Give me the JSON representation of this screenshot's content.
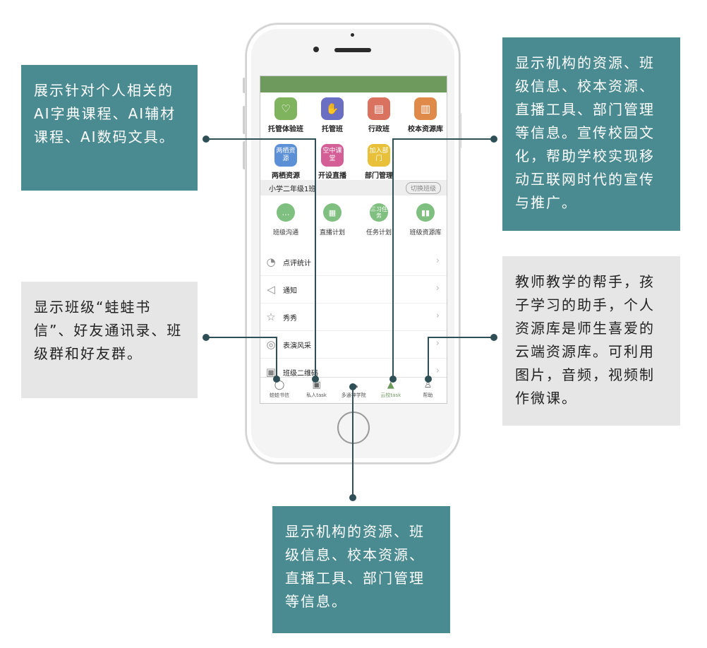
{
  "callouts": {
    "top_left": "展示针对个人相关的AI字典课程、AI辅材课程、AI数码文具。",
    "top_right": "显示机构的资源、班级信息、校本资源、直播工具、部门管理等信息。宣传校园文化，帮助学校实现移动互联网时代的宣传与推广。",
    "mid_left": "显示班级“蛙蛙书信”、好友通讯录、班级群和好友群。",
    "mid_right": "教师教学的帮手，孩子学习的助手，个人资源库是师生喜爱的云端资源库。可利用图片，音频，视频制作微课。",
    "bottom": "显示机构的资源、班级信息、校本资源、直播工具、部门管理等信息。"
  },
  "screen": {
    "top_tiles": [
      {
        "label": "托管体验班",
        "icon": "heart-icon",
        "glyph": "♡",
        "color": "#7fb35e"
      },
      {
        "label": "托管班",
        "icon": "hand-icon",
        "glyph": "✋",
        "color": "#6a6fc4"
      },
      {
        "label": "行政班",
        "icon": "document-icon",
        "glyph": "▤",
        "color": "#d9725f"
      },
      {
        "label": "校本资源库",
        "icon": "book-icon",
        "glyph": "▥",
        "color": "#e08a4a"
      }
    ],
    "second_tiles": [
      {
        "label": "两栖资源",
        "icon_text": "两栖资源",
        "color": "#5b8fd6"
      },
      {
        "label": "开设直播",
        "icon_text": "空中课堂",
        "color": "#d45e96"
      },
      {
        "label": "部门管理",
        "icon_text": "加入部门",
        "color": "#e8c03a"
      }
    ],
    "class_bar": {
      "name": "小学二年级1班",
      "switch_label": "切换班级"
    },
    "class_tiles": [
      {
        "label": "班级沟通",
        "icon": "chat-icon",
        "glyph": "…"
      },
      {
        "label": "直播计划",
        "icon": "chart-icon",
        "glyph": "▦"
      },
      {
        "label": "任务计划",
        "icon_text": "三习任务"
      },
      {
        "label": "班级资源库",
        "icon": "book-icon",
        "glyph": "▮▮"
      }
    ],
    "list_rows": [
      {
        "label": "点评统计",
        "icon": "pie-chart-icon",
        "glyph": "◔"
      },
      {
        "label": "通知",
        "icon": "speaker-icon",
        "glyph": "◁"
      },
      {
        "label": "秀秀",
        "icon": "star-icon",
        "glyph": "☆"
      },
      {
        "label": "表演风采",
        "icon": "mask-icon",
        "glyph": "◎"
      },
      {
        "label": "班级二维码",
        "icon": "qr-icon",
        "glyph": "▣"
      }
    ],
    "tabs": [
      {
        "label": "蛙蛙书信",
        "icon": "chat-bubble-icon",
        "glyph": "◯"
      },
      {
        "label": "私人task",
        "icon": "contact-card-icon",
        "glyph": "▣"
      },
      {
        "label": "多通神学院",
        "icon": "cloud-icon",
        "glyph": "☁"
      },
      {
        "label": "云校task",
        "icon": "school-icon",
        "glyph": "▲",
        "active": true
      },
      {
        "label": "帮助",
        "icon": "person-icon",
        "glyph": "♙"
      }
    ],
    "chevron": "›"
  },
  "colors": {
    "teal": "#4a8b91",
    "gray_panel": "#e6e6e6",
    "header_green": "#6f9a5e",
    "connector": "#2f4f57"
  }
}
